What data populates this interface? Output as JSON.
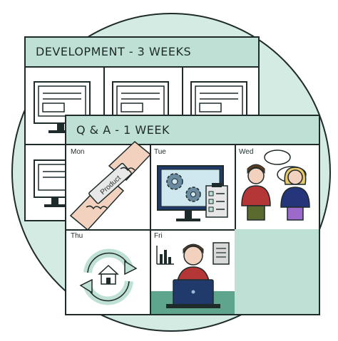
{
  "development": {
    "title": "DEVELOPMENT - 3 WEEKS"
  },
  "qa": {
    "title": "Q & A - 1 WEEK",
    "days": [
      "Mon",
      "Tue",
      "Wed",
      "Thu",
      "Fri"
    ],
    "product_label": "Product"
  },
  "colors": {
    "circle_bg": "#d3ebe3",
    "header_bg": "#bfe0d4",
    "outline": "#1f2a2a",
    "screen_blue": "#1f3a6b",
    "shirt_red": "#b53636",
    "shirt_navy": "#24357a",
    "hair_brown": "#5a3a22",
    "hair_blond": "#e8c86a"
  }
}
